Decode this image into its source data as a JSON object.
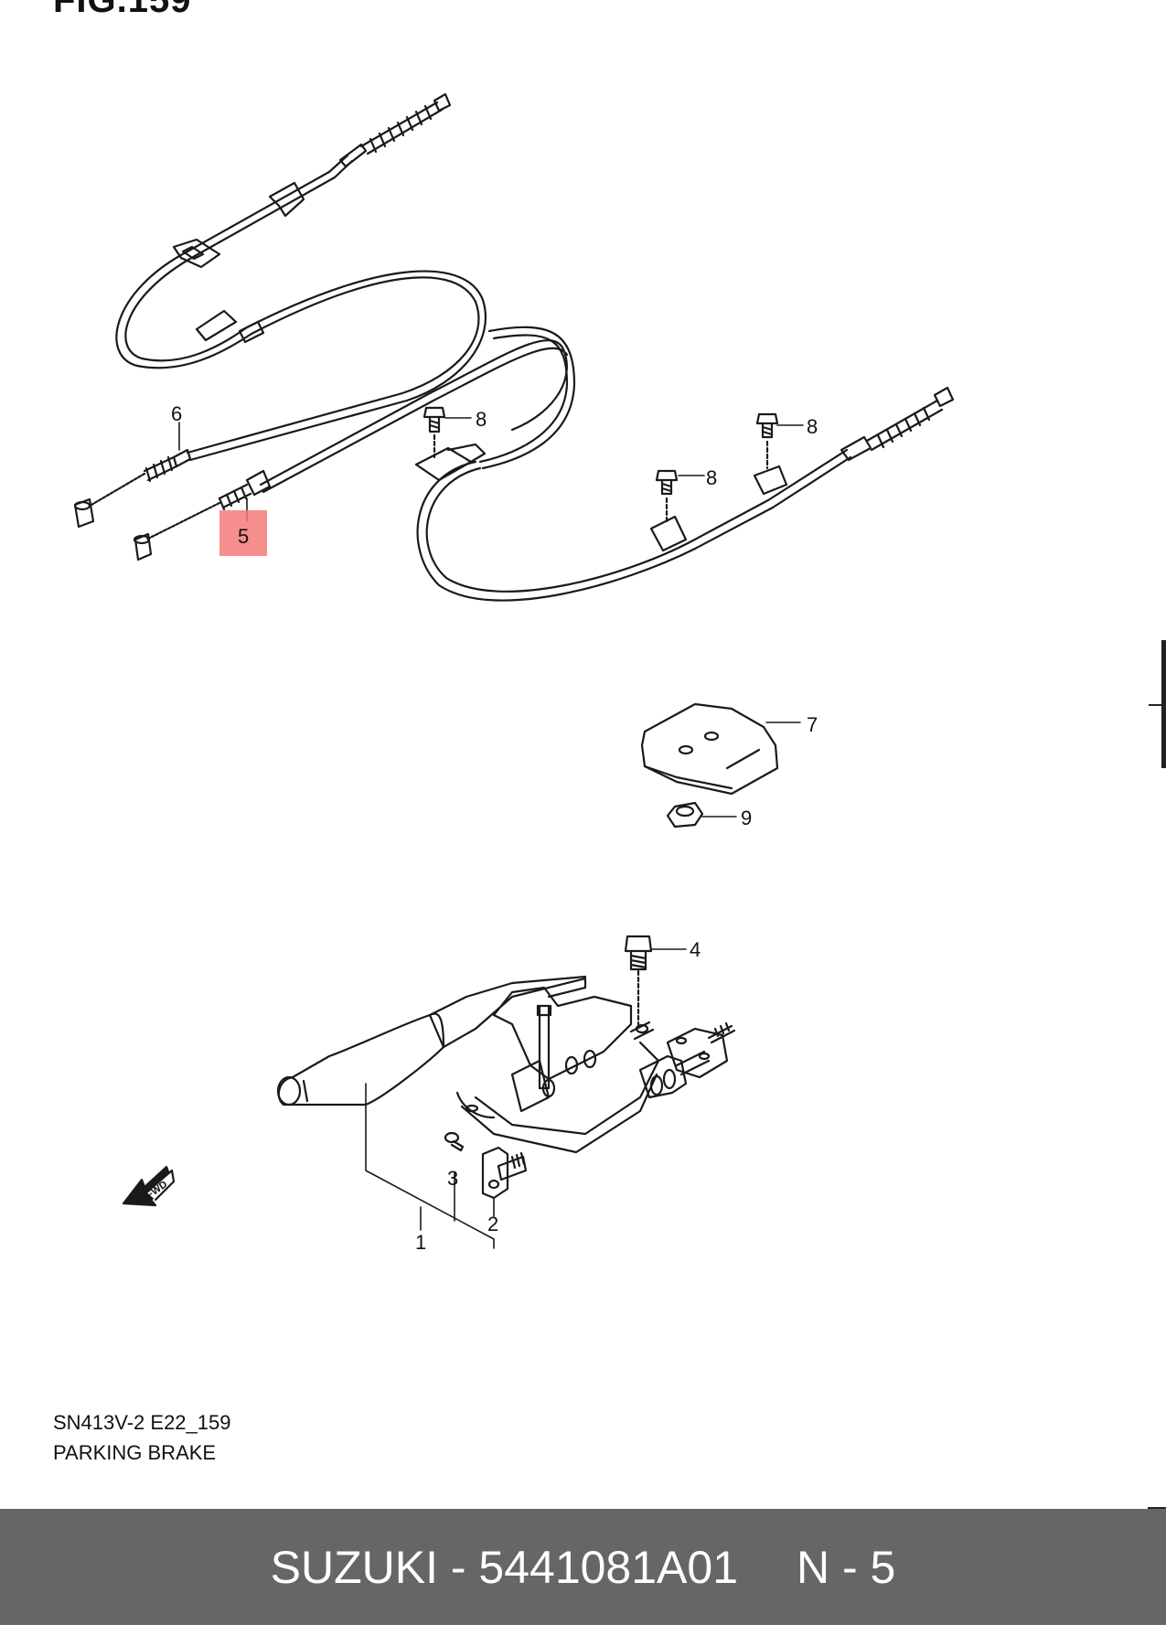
{
  "figure": {
    "title": "FIG.159"
  },
  "callouts": [
    {
      "id": "1",
      "label": "1"
    },
    {
      "id": "2",
      "label": "2"
    },
    {
      "id": "3",
      "label": "3"
    },
    {
      "id": "4",
      "label": "4"
    },
    {
      "id": "5",
      "label": "5",
      "highlight_color": "#f47a7a"
    },
    {
      "id": "6",
      "label": "6"
    },
    {
      "id": "7",
      "label": "7"
    },
    {
      "id": "8a",
      "label": "8"
    },
    {
      "id": "8b",
      "label": "8"
    },
    {
      "id": "8c",
      "label": "8"
    },
    {
      "id": "9",
      "label": "9"
    }
  ],
  "fwd_arrow": {
    "label": "FWD"
  },
  "model_code": "SN413V-2 E22_159",
  "section_name": "PARKING BRAKE",
  "footer": {
    "brand_part": "SUZUKI - 5441081A01",
    "qty": "N - 5",
    "background": "#666666"
  }
}
